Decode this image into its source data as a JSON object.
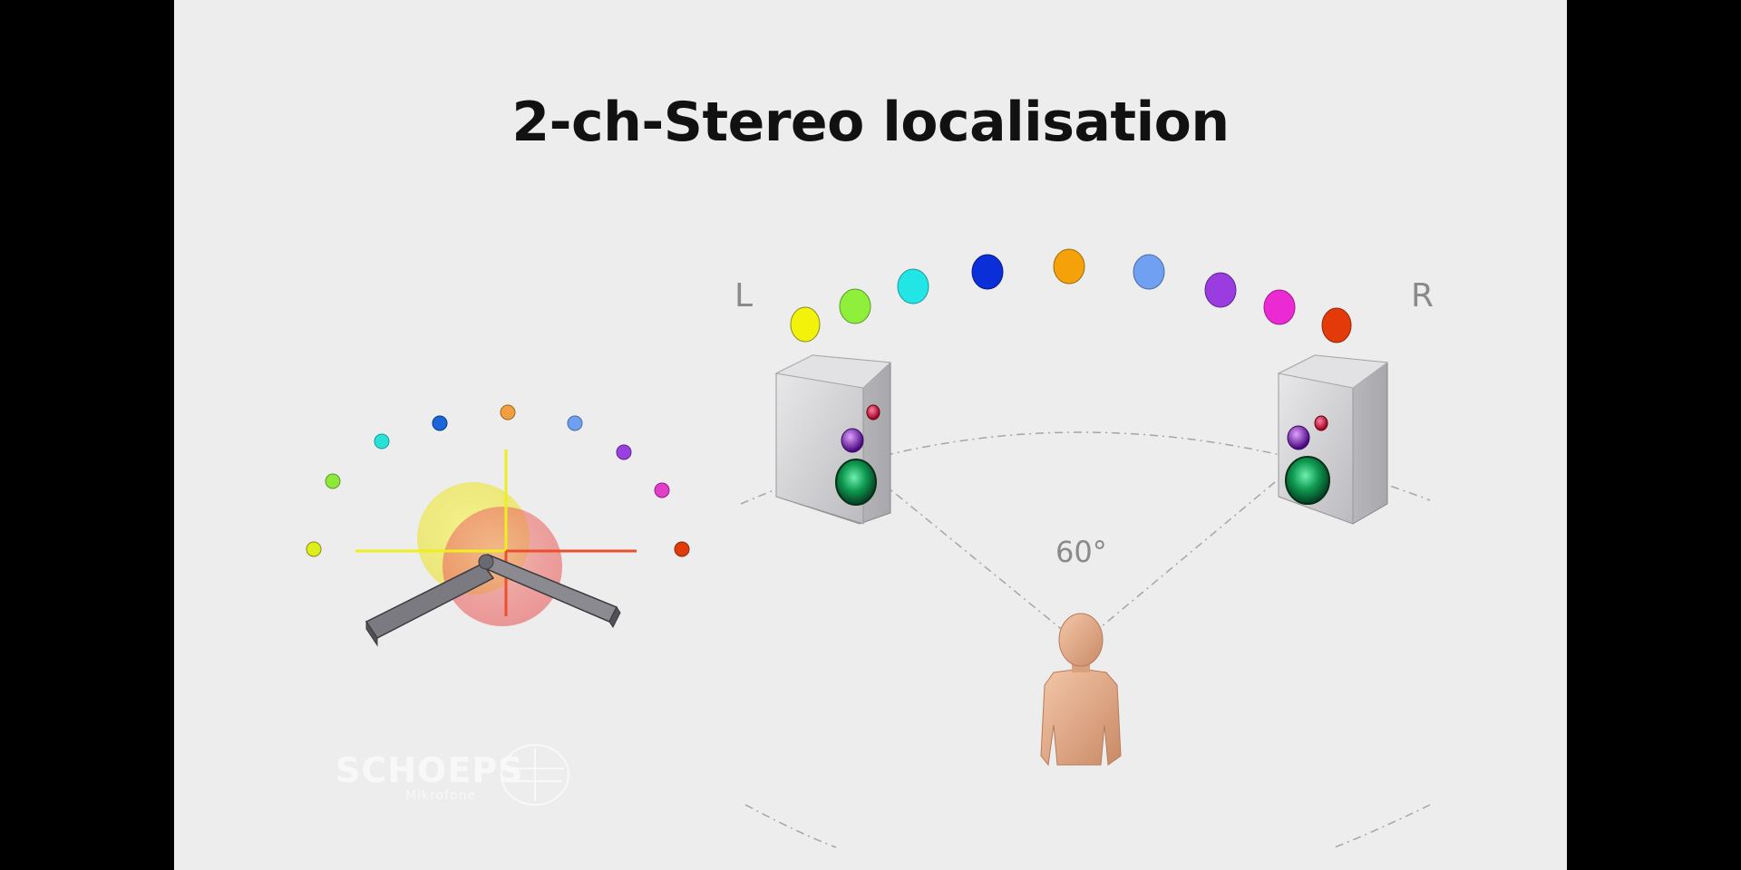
{
  "slide": {
    "title": "2-ch-Stereo localisation",
    "left_label": "L",
    "right_label": "R",
    "angle_label": "60°"
  },
  "logo": {
    "name": "SCHOEPS",
    "subtitle": "Mikrofone"
  },
  "colors": {
    "background": "#ededed",
    "sound_sources": [
      "#f2f20a",
      "#8ef03a",
      "#22e6e6",
      "#0a2fd8",
      "#f5a20a",
      "#6fa0f2",
      "#9a3ce0",
      "#ec2ad4",
      "#e43a0a"
    ],
    "small_sources": [
      "#dcef1a",
      "#8ee83a",
      "#28e2d8",
      "#1a66d8",
      "#f0a040",
      "#6f9ff0",
      "#9a40e0",
      "#e040c8",
      "#e03a0a"
    ],
    "speaker_cone": "#0f9a50",
    "listener_skin": "#e8b394"
  },
  "icons": [
    "speaker-icon",
    "listener-figure",
    "microphone-pair-icon"
  ]
}
